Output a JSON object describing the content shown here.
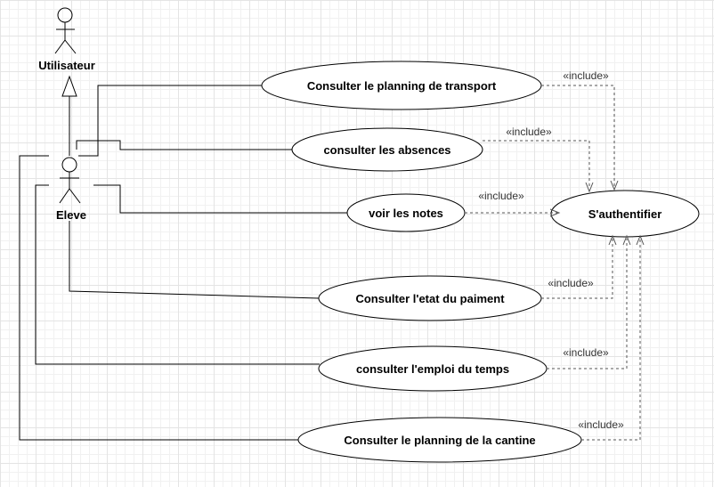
{
  "actors": {
    "utilisateur": "Utilisateur",
    "eleve": "Eleve"
  },
  "use_cases": {
    "transport": "Consulter le planning de transport",
    "absences": "consulter les absences",
    "notes": "voir les notes",
    "authentifier": "S'authentifier",
    "paiement": "Consulter l'etat du paiment",
    "emploi": "consulter l'emploi du temps",
    "cantine": "Consulter le planning de la cantine"
  },
  "include_label": "«include»",
  "colors": {
    "grid_major": "#e4e4e4",
    "grid_minor": "#f1f1f1",
    "stroke": "#000000",
    "dashed": "#555555"
  }
}
